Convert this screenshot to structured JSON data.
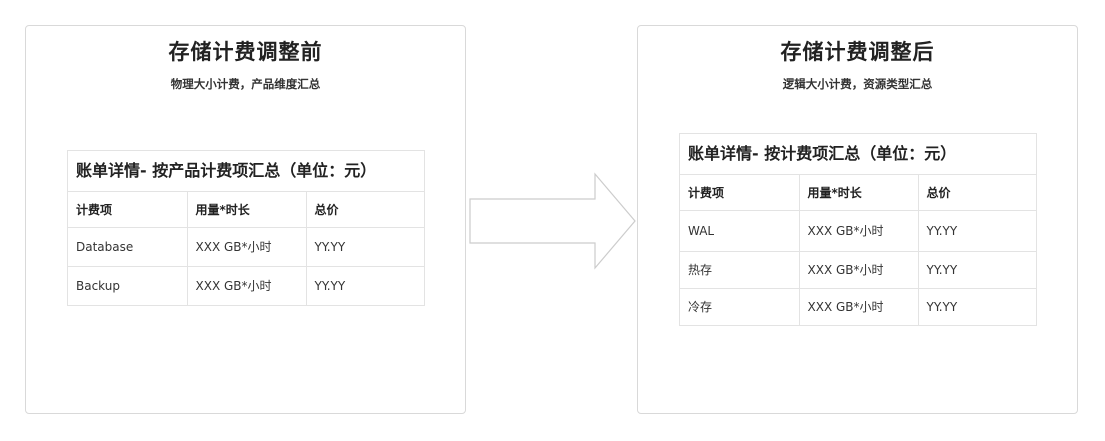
{
  "before": {
    "title": "存储计费调整前",
    "subtitle": "物理大小计费，产品维度汇总",
    "bill": {
      "title": "账单详情- 按产品计费项汇总（单位：元）",
      "columns": [
        "计费项",
        "用量*时长",
        "总价"
      ],
      "rows": [
        {
          "item": "Database",
          "usage": "XXX GB*小时",
          "price": "YY.YY"
        },
        {
          "item": "Backup",
          "usage": "XXX GB*小时",
          "price": "YY.YY"
        }
      ]
    }
  },
  "after": {
    "title": "存储计费调整后",
    "subtitle": "逻辑大小计费，资源类型汇总",
    "bill": {
      "title": "账单详情- 按计费项汇总（单位：元）",
      "columns": [
        "计费项",
        "用量*时长",
        "总价"
      ],
      "rows": [
        {
          "item": "WAL",
          "usage": "XXX GB*小时",
          "price": "YY.YY"
        },
        {
          "item": "热存",
          "usage": "XXX GB*小时",
          "price": "YY.YY"
        },
        {
          "item": "冷存",
          "usage": "XXX GB*小时",
          "price": "YY.YY"
        }
      ]
    }
  },
  "colors": {
    "border": "#d9d9d9",
    "table_border": "#e3e3e3",
    "arrow_stroke": "#cccccc",
    "text": "#333333"
  },
  "icons": {
    "arrow": "right-arrow-icon"
  }
}
